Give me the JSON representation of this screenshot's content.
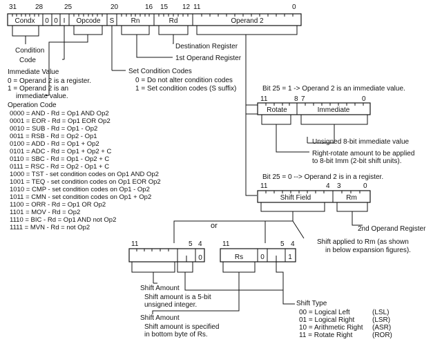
{
  "instruction": {
    "bit_numbers": [
      "31",
      "28",
      "25",
      "20",
      "16",
      "15",
      "12",
      "11",
      "0"
    ],
    "fields": [
      "Condx",
      "0",
      "0",
      "I",
      "Opcode",
      "S",
      "Rn",
      "Rd",
      "Operand 2"
    ]
  },
  "labels": {
    "condition_code": [
      "Condition",
      "Code"
    ],
    "destination_register": "Destination Register",
    "first_operand_register": "1st Operand Register",
    "immediate_value_title": "Immediate Value",
    "immediate_value_lines": [
      "0 = Operand 2 is a register.",
      "1 = Operand 2 is an",
      "immediate value."
    ],
    "set_condition_title": "Set Condition Codes",
    "set_condition_lines": [
      "0 = Do not alter condition codes",
      "1 = Set condition codes  (S suffix)"
    ],
    "operation_code_title": "Operation Code"
  },
  "opcodes": [
    "0000 = AND - Rd = Op1 AND Op2",
    "0001 = EOR - Rd = Op1 EOR Op2",
    "0010 = SUB - Rd = Op1 - Op2",
    "0011 = RSB - Rd = Op2 - Op1",
    "0100 = ADD - Rd = Op1 + Op2",
    "0101 = ADC - Rd = Op1 + Op2 + C",
    "0110 = SBC - Rd = Op1 - Op2 + C",
    "0111 = RSC - Rd = Op2 - Op1 + C",
    "1000 = TST -  set condition codes on Op1 AND Op2",
    "1001 = TEQ -  set condition codes on Op1 EOR Op2",
    "1010 = CMP -  set condition codes on Op1 - Op2",
    "1011 = CMN -  set condition codes on Op1 + Op2",
    "1100 = ORR - Rd = Op1 OR Op2",
    "1101 = MOV - Rd = Op2",
    "1110 = BIC  - Rd = Op1 AND not Op2",
    "1111 = MVN - Rd = not Op2"
  ],
  "immediate": {
    "title": "Bit 25 = 1  -> Operand 2 is an immediate value.",
    "bit_numbers": [
      "11",
      "8",
      "7",
      "0"
    ],
    "fields": [
      "Rotate",
      "Immediate"
    ],
    "unsigned_note": "Unsigned 8-bit immediate value",
    "rotate_note": [
      "Right-rotate amount to be applied",
      "to 8-bit Imm (2-bit shift units)."
    ]
  },
  "register": {
    "title": "Bit 25 = 0 --> Operand 2 is in a register.",
    "bit_numbers": [
      "11",
      "4",
      "3",
      "0"
    ],
    "fields": [
      "Shift Field",
      "Rm"
    ],
    "rm_note": "2nd Operand Register",
    "shift_note": [
      "Shift applied to Rm (as shown",
      "in below expansion figures)."
    ]
  },
  "shift_forms": {
    "or_label": "or",
    "form1": {
      "bit_numbers": [
        "11",
        "5",
        "4"
      ],
      "bit4": "0"
    },
    "form2": {
      "bit_numbers": [
        "11",
        "5",
        "4"
      ],
      "fields": [
        "Rs",
        "0",
        "1"
      ]
    }
  },
  "shift_amount_1": {
    "title": "Shift Amount",
    "lines": [
      "Shift amount is a 5-bit",
      "unsigned integer."
    ]
  },
  "shift_amount_2": {
    "title": "Shift Amount",
    "lines": [
      "Shift amount is specified",
      "in bottom byte of Rs."
    ]
  },
  "shift_type": {
    "title": "Shift Type",
    "items": [
      {
        "code": "00 = Logical Left",
        "mn": "(LSL)"
      },
      {
        "code": "01 = Logical Right",
        "mn": "(LSR)"
      },
      {
        "code": "10 = Arithmetic Right",
        "mn": "(ASR)"
      },
      {
        "code": "11 = Rotate Right",
        "mn": "(ROR)"
      }
    ]
  }
}
